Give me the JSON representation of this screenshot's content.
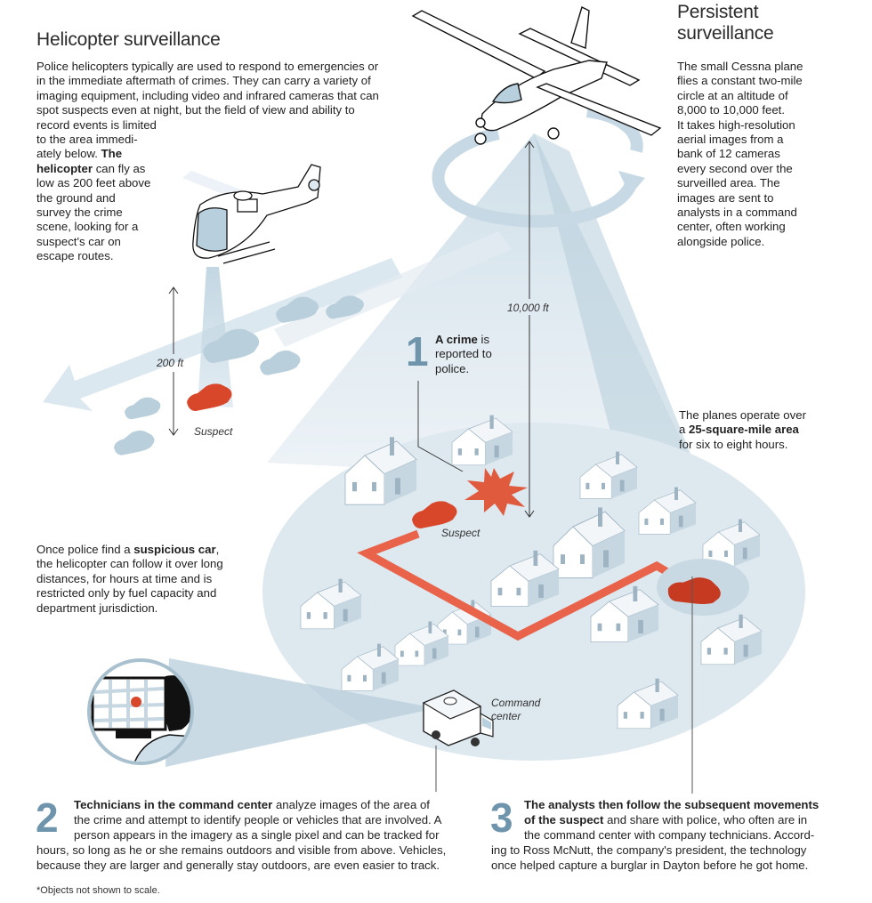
{
  "helicopter": {
    "title": "Helicopter surveillance",
    "intro_lines": [
      "Police helicopters typically are used to respond to emergencies or",
      "in the immediate aftermath of crimes. They can carry a variety of",
      "imaging equipment, including video and infrared cameras that can",
      "spot suspects even at night, but the field of view and ability to",
      "record events is limited"
    ],
    "narrow_lines": [
      "to the area immedi-",
      "ately below."
    ],
    "bold_1": "The",
    "bold_2": "helicopter",
    "narrow_rest_1": " can fly as",
    "narrow_rest": [
      "low as 200 feet above",
      "the ground and",
      "survey the crime",
      "scene, looking for a",
      "suspect's car on",
      "escape routes."
    ],
    "altitude_label": "200 ft",
    "suspect_label": "Suspect"
  },
  "follow": {
    "pre": "Once police find a ",
    "bold": "suspicious car",
    "post": ",",
    "lines": [
      "the helicopter can follow it over long",
      "distances, for hours at time and is",
      "restricted only by fuel capacity and",
      "department jurisdiction."
    ]
  },
  "persistent": {
    "title_1": "Persistent",
    "title_2": "surveillance",
    "lines": [
      "The small Cessna plane",
      "flies a constant two-mile",
      "circle at an altitude of",
      "8,000 to 10,000 feet.",
      "It takes high-resolution",
      "aerial images from a",
      "bank of 12 cameras",
      "every second over the",
      "surveilled area. The",
      "images are sent to",
      "analysts in a command",
      "center, often working",
      "alongside police."
    ],
    "altitude_label": "10,000 ft"
  },
  "area": {
    "line1": "The planes operate over",
    "pre2": "a ",
    "bold2": "25-square-mile area",
    "line3": "for six to eight hours."
  },
  "step1": {
    "number": "1",
    "bold": "A crime",
    "rest1": " is",
    "line2": "reported to",
    "line3": "police."
  },
  "scene": {
    "suspect_label": "Suspect",
    "command_label_1": "Command",
    "command_label_2": "center"
  },
  "step2": {
    "number": "2",
    "bold": "Technicians in the command center",
    "rest1": " analyze images of the area of",
    "line2": "the crime and attempt to identify people or vehicles that are involved. A",
    "line3": "person appears in the imagery as a single pixel and can be tracked for",
    "line4": "hours, so long as he or she remains outdoors and visible from above. Vehicles,",
    "line5": "because they are larger and generally stay outdoors, are even easier to track."
  },
  "step3": {
    "number": "3",
    "bold1": "The analysts then follow the subsequent movements",
    "bold2": "of the suspect",
    "rest2": " and share with police, who often are in",
    "line3": "the command center with company technicians. Accord-",
    "line4": "ing to Ross McNutt, the company's president, the technology",
    "line5": "once helped capture a burglar in Dayton before he got home."
  },
  "footnote": "*Objects not shown to scale.",
  "colors": {
    "accent_red": "#d9472b",
    "route_orange": "#e8634a",
    "area_blue": "#dde8ef",
    "beam_blue": "#c7d9e4",
    "car_blue": "#b9cfdc",
    "number_blue": "#6f95ad"
  }
}
